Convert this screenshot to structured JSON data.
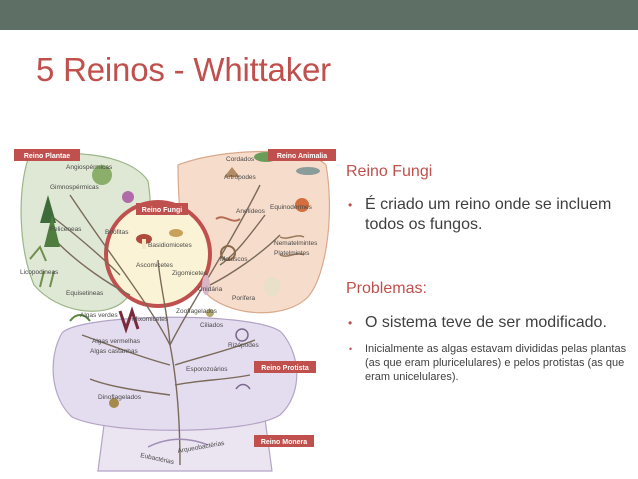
{
  "slide": {
    "title": "5 Reinos - Whittaker",
    "diagram": {
      "labels": {
        "plantae": "Reino Plantae",
        "animalia": "Reino Animalia",
        "fungi": "Reino Fungi",
        "protista": "Reino Protista",
        "monera": "Reino Monera",
        "angiospermicas": "Angiospérmicas",
        "gimnospermicas": "Gimnospérmicas",
        "briofitas": "Briófitas",
        "feliceneas": "Feliceneas",
        "licopodineas": "Licopodineas",
        "equisetineas": "Equisetineas",
        "basidiomicetes": "Basidiomicetes",
        "ascomicetes": "Ascomicetes",
        "zigomicetes": "Zigomicetes",
        "cordados": "Cordados",
        "artropodes": "Artrópodes",
        "equinodermes": "Equinodermes",
        "anelideos": "Anelídeos",
        "moluscos": "Moluscos",
        "nematelmintes": "Nematelmintes",
        "platelmintes": "Platelmintes",
        "cnidaria": "Cnidária",
        "porifera": "Porífera",
        "algas_verdes": "Algas verdes",
        "algas_vermelhas": "Algas vermelhas",
        "algas_castanhas": "Algas castanhas",
        "mixomicetes": "Mixomicetes",
        "zooflagelados": "Zooflagelados",
        "ciliados": "Ciliados",
        "rizopodes": "Rizópodes",
        "esporozoarios": "Esporozoários",
        "dinoflagelados": "Dinoflagelados",
        "eubacterias": "Eubactérias",
        "arqueobacterias": "Arqueobactérias"
      }
    },
    "fungi_heading": "Reino Fungi",
    "fungi_bullet": "É criado um reino onde se incluem todos os fungos.",
    "problems_heading": "Problemas:",
    "problems_bullets": {
      "main": "O sistema teve de ser modificado.",
      "sub": "Inicialmente as algas estavam divididas pelas plantas (as que eram pluricelulares) e pelos protistas (as que eram unicelulares)."
    },
    "bullet_symbol": "•"
  },
  "colors": {
    "topbar": "#5e7066",
    "accent": "#c0504d",
    "text": "#3f3f3f",
    "plantae_fill": "#dfe8d4",
    "animalia_fill": "#f6dccb",
    "fungi_fill": "#fbf3d6",
    "protista_fill": "#e4dcef",
    "monera_fill": "#ebe4f1"
  }
}
